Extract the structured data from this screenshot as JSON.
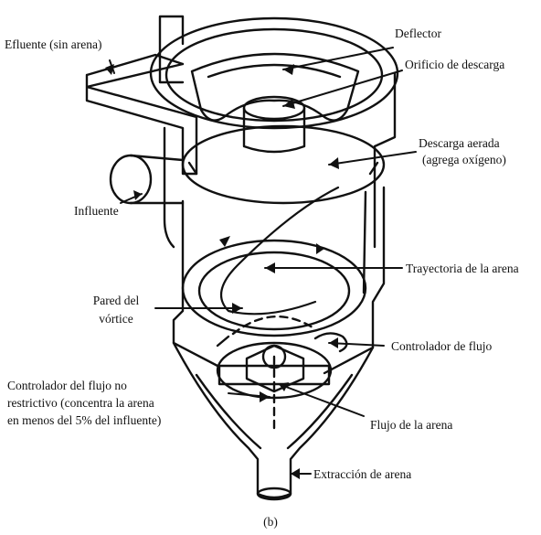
{
  "labels": {
    "deflector": "Deflector",
    "orificio": "Orificio de descarga",
    "efluente": "Efluente (sin arena)",
    "descarga_line1": "Descarga aerada",
    "descarga_line2": "(agrega oxígeno)",
    "influente": "Influente",
    "trayectoria": "Trayectoria de la arena",
    "pared_line1": "Pared del",
    "pared_line2": "vórtice",
    "controlador_flujo": "Controlador de flujo",
    "controlador_nr_line1": "Controlador del flujo no",
    "controlador_nr_line2": "restrictivo (concentra la arena",
    "controlador_nr_line3": "en menos del 5% del influente)",
    "flujo_arena": "Flujo de la arena",
    "extraccion": "Extracción de arena",
    "caption": "(b)"
  }
}
